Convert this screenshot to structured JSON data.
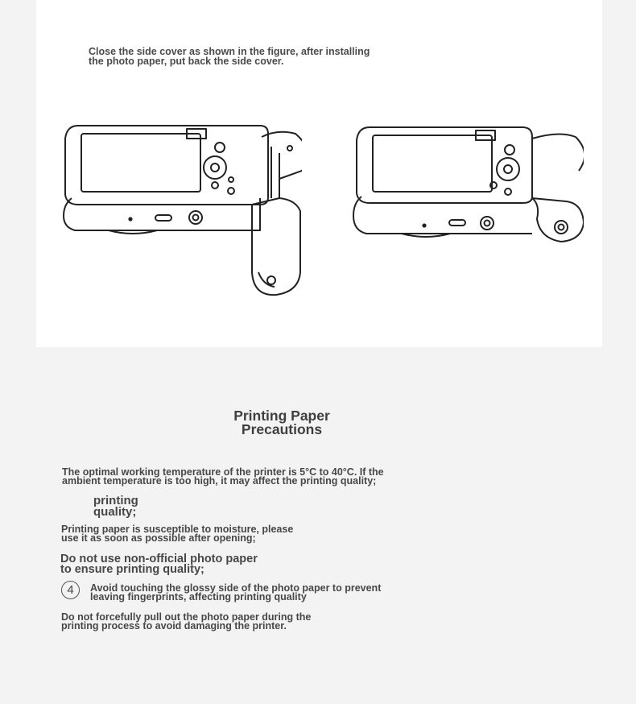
{
  "instruction": "Close the side cover as shown in the figure, after installing\n the photo paper, put back the side cover.",
  "section_title": "Printing Paper\nPrecautions",
  "precautions": [
    {
      "bullet": "",
      "text": "The optimal working temperature of the printer is 5°C to 40°C. If the\nambient temperature is too high, it may affect the printing quality;"
    },
    {
      "bullet": "",
      "text": "printing\n  quality;"
    },
    {
      "bullet": "",
      "text": "Printing paper is susceptible to moisture, please\nuse it as soon as possible after opening;"
    },
    {
      "bullet": "",
      "text": "Do not use non-official photo paper\nto ensure printing quality;"
    },
    {
      "bullet": "4",
      "text": "Avoid touching the glossy side of the photo paper to prevent\n leaving fingerprints, affecting printing quality"
    },
    {
      "bullet": "",
      "text": "Do not forcefully pull out the photo paper during the\nprinting process to avoid damaging the printer."
    }
  ]
}
